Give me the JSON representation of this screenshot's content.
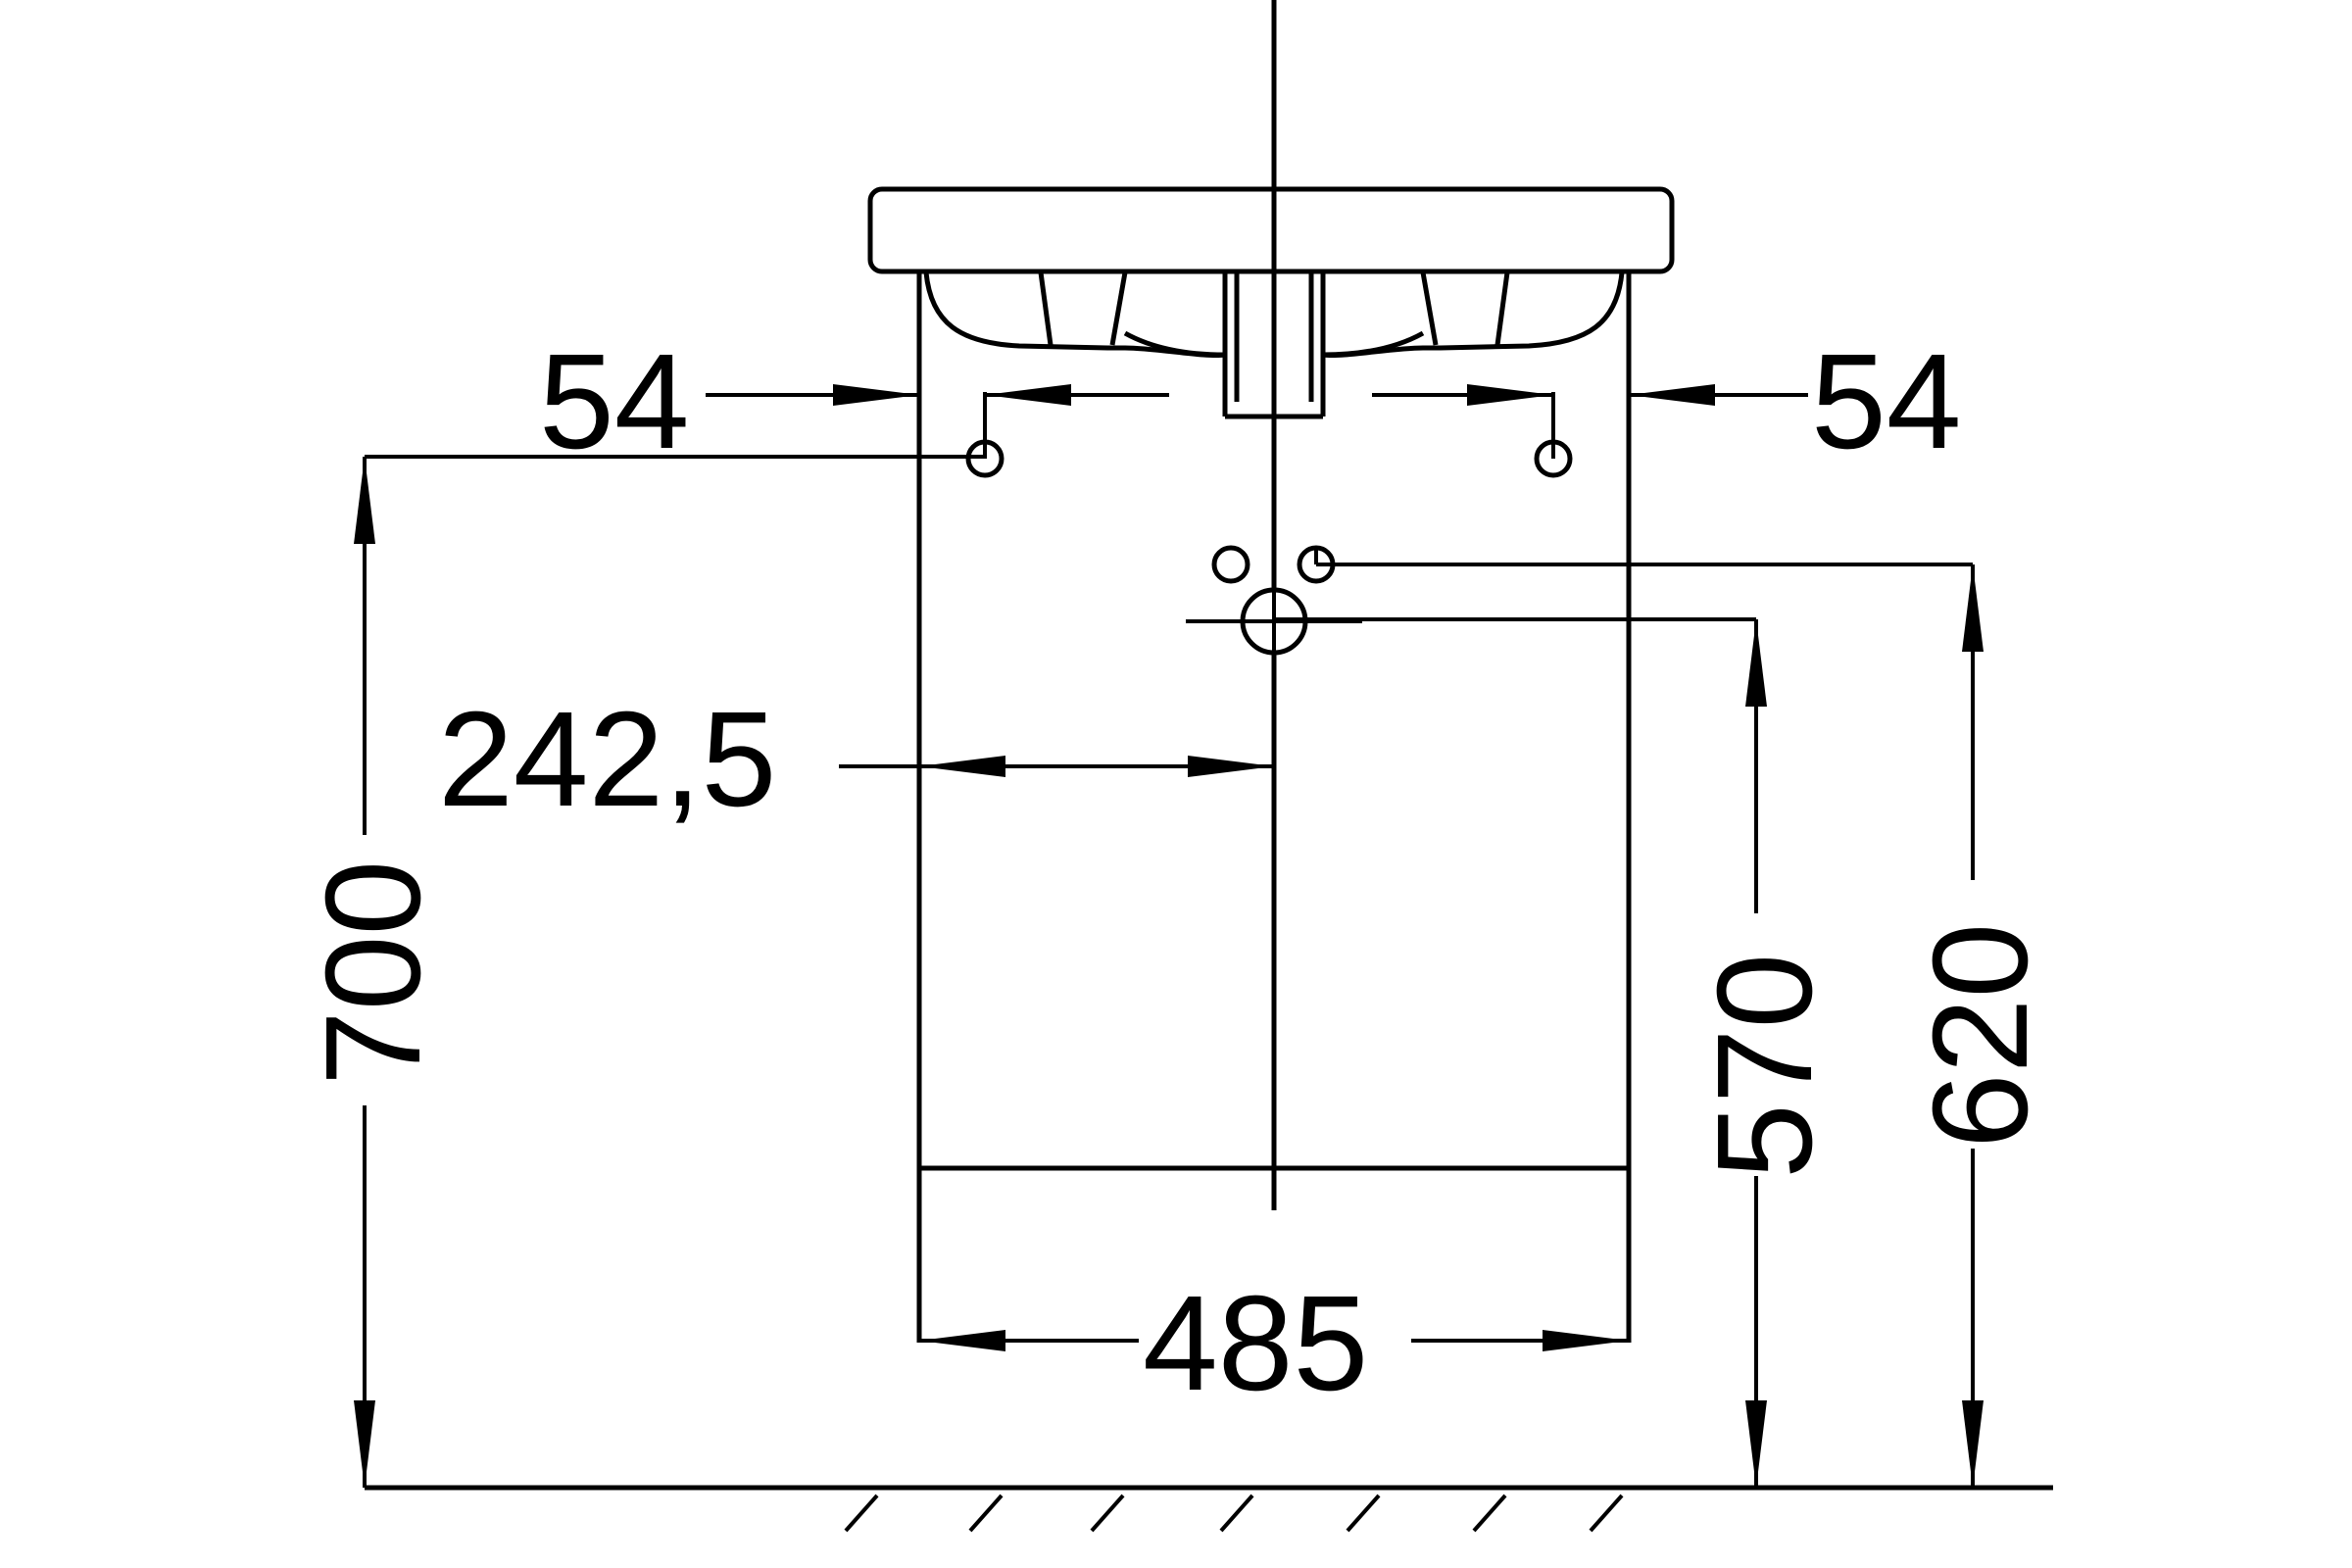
{
  "dimensions": {
    "left_offset": "54",
    "right_offset": "54",
    "centre_offset": "242,5",
    "overall_height": "700",
    "trap_height": "570",
    "supply_height": "620",
    "width": "485"
  }
}
